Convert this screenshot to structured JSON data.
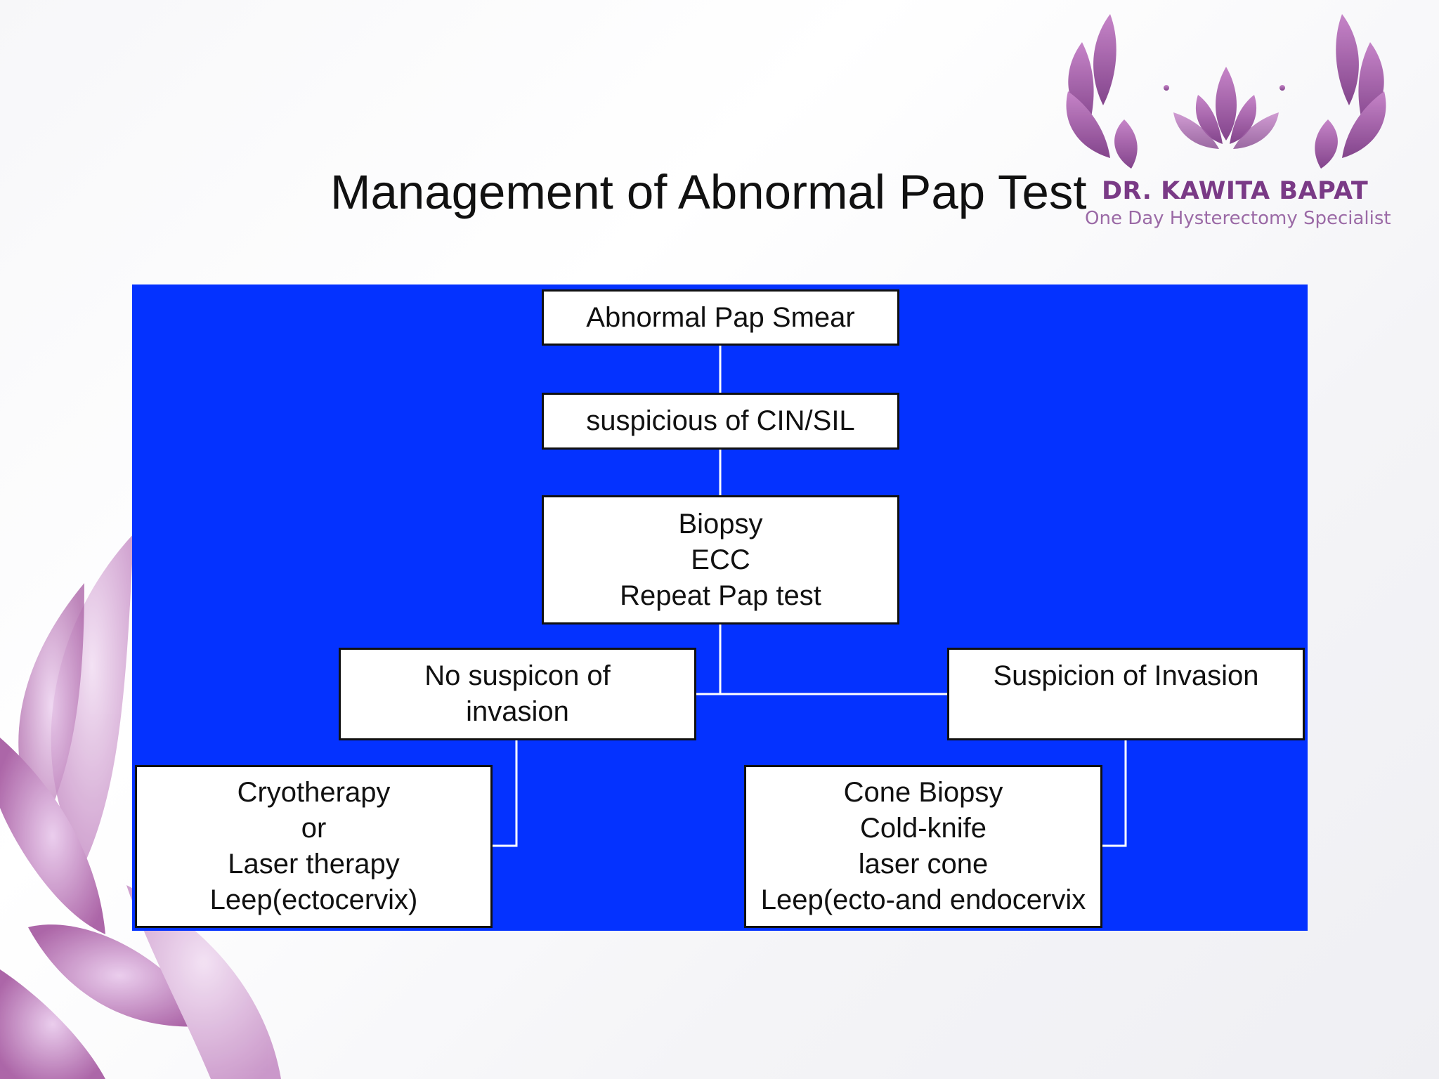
{
  "slide": {
    "title": "Management of Abnormal Pap Test"
  },
  "branding": {
    "name": "DR. KAWITA BAPAT",
    "tagline": "One Day Hysterectomy Specialist",
    "color_primary": "#7a3a86",
    "color_secondary": "#9b6aa6"
  },
  "flowchart": {
    "panel_color": "#0432ff",
    "nodes": {
      "abnormal_pap": {
        "line1": "Abnormal Pap Smear"
      },
      "suspicious": {
        "line1": "suspicious of CIN/SIL"
      },
      "biopsy": {
        "line1": "Biopsy",
        "line2": "ECC",
        "line3": "Repeat Pap test"
      },
      "no_invasion": {
        "line1": "No suspicon of",
        "line2": "invasion"
      },
      "invasion": {
        "line1": "Suspicion of Invasion"
      },
      "cryo": {
        "line1": "Cryotherapy",
        "line2": "or",
        "line3": "Laser therapy",
        "line4": "Leep(ectocervix)"
      },
      "cone": {
        "line1": "Cone Biopsy",
        "line2": "Cold-knife",
        "line3": "laser cone",
        "line4": "Leep(ecto-and endocervix"
      }
    }
  }
}
